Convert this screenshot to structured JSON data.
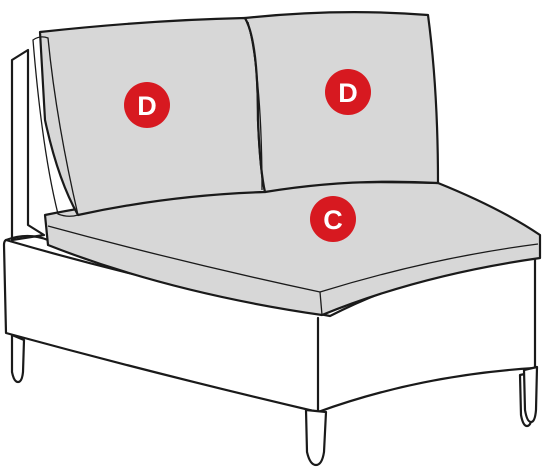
{
  "badges": {
    "back_cushion_left": "D",
    "back_cushion_right": "D",
    "seat_cushion": "C"
  },
  "colors": {
    "cushion_fill": "#d7d7d7",
    "frame_fill": "#ffffff",
    "outline": "#1a1a1a",
    "badge": "#d71920",
    "badge_text": "#ffffff"
  }
}
